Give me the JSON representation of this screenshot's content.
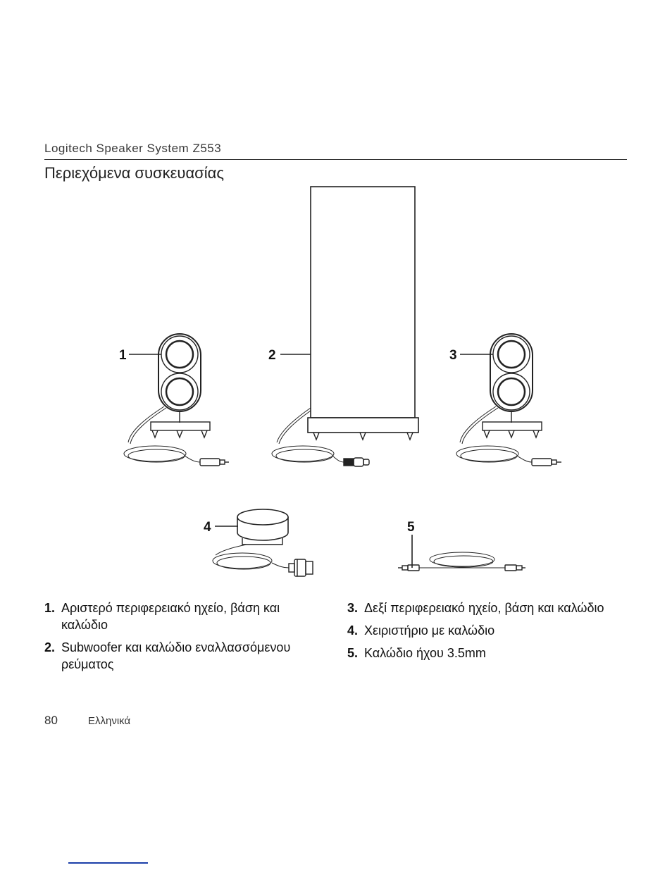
{
  "header": {
    "product": "Logitech Speaker System Z553",
    "section": "Περιεχόμενα συσκευασίας"
  },
  "diagram": {
    "callouts": [
      "1",
      "2",
      "3",
      "4",
      "5"
    ]
  },
  "items": [
    {
      "num": "1.",
      "text": "Αριστερό περιφερειακό ηχείο, βάση και καλώδιο"
    },
    {
      "num": "2.",
      "text": "Subwoofer και καλώδιο εναλλασσόμενου ρεύματος"
    },
    {
      "num": "3.",
      "text": "Δεξί περιφερειακό ηχείο, βάση και καλώδιο"
    },
    {
      "num": "4.",
      "text": "Χειριστήριο με καλώδιο"
    },
    {
      "num": "5.",
      "text": "Καλώδιο ήχου 3.5mm"
    }
  ],
  "footer": {
    "page_number": "80",
    "language": "Ελληνικά"
  },
  "colors": {
    "line": "#222222",
    "footer_accent": "#1a3ea8"
  }
}
